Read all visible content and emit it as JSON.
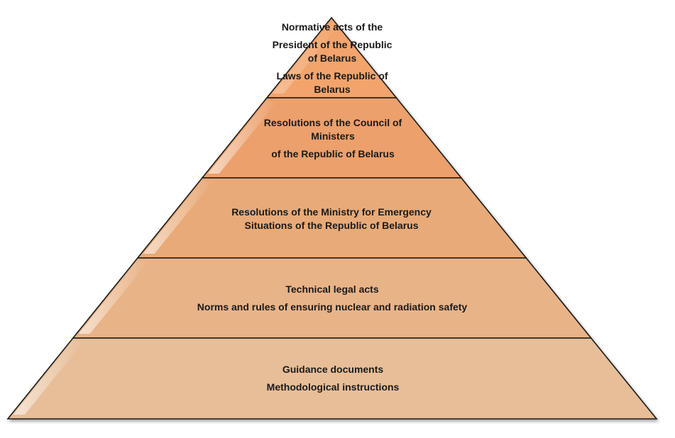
{
  "diagram": {
    "type": "pyramid",
    "levels": [
      {
        "lines": [
          "Normative acts of the",
          "President of the Republic",
          "of Belarus",
          "Laws of the Republic of",
          "Belarus"
        ],
        "fill": "#F2A46C"
      },
      {
        "lines": [
          "Resolutions of the Council of",
          "Ministers",
          "of the Republic of Belarus"
        ],
        "fill": "#ECA06C"
      },
      {
        "lines": [
          "Resolutions of the Ministry for Emergency",
          "Situations of the Republic of Belarus"
        ],
        "fill": "#E8AA78"
      },
      {
        "lines": [
          "Technical legal acts",
          "Norms and rules of ensuring nuclear and radiation safety"
        ],
        "fill": "#E9B388"
      },
      {
        "lines": [
          "Guidance documents",
          "Methodological  instructions"
        ],
        "fill": "#E7BE98"
      }
    ]
  }
}
